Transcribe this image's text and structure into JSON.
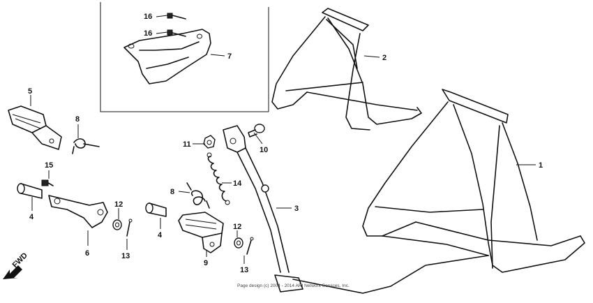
{
  "diagram": {
    "callouts": [
      {
        "id": "c16a",
        "text": "16"
      },
      {
        "id": "c16b",
        "text": "16"
      },
      {
        "id": "c7",
        "text": "7"
      },
      {
        "id": "c2",
        "text": "2"
      },
      {
        "id": "c1",
        "text": "1"
      },
      {
        "id": "c5",
        "text": "5"
      },
      {
        "id": "c8a",
        "text": "8"
      },
      {
        "id": "c15",
        "text": "15"
      },
      {
        "id": "c4a",
        "text": "4"
      },
      {
        "id": "c6",
        "text": "6"
      },
      {
        "id": "c12a",
        "text": "12"
      },
      {
        "id": "c13a",
        "text": "13"
      },
      {
        "id": "c11",
        "text": "11"
      },
      {
        "id": "c10",
        "text": "10"
      },
      {
        "id": "c14",
        "text": "14"
      },
      {
        "id": "c8b",
        "text": "8"
      },
      {
        "id": "c4b",
        "text": "4"
      },
      {
        "id": "c9",
        "text": "9"
      },
      {
        "id": "c12b",
        "text": "12"
      },
      {
        "id": "c13b",
        "text": "13"
      },
      {
        "id": "c3",
        "text": "3"
      }
    ],
    "direction_label": "FWD",
    "copyright": "Page design (c) 2004 - 2014 ARI Network Services, Inc."
  }
}
